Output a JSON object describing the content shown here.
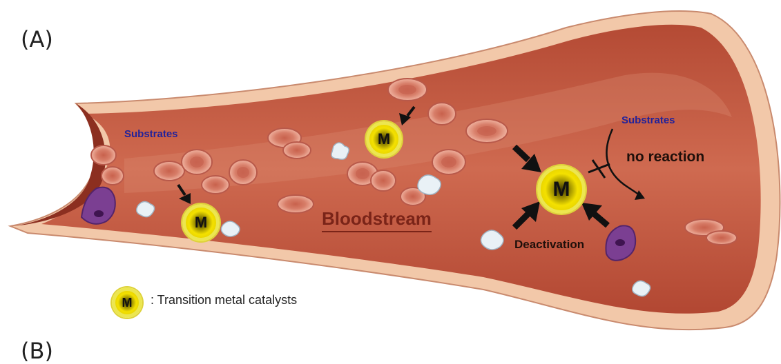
{
  "panel_label": "(A)",
  "next_panel_label": "(B)",
  "labels": {
    "substrates_left": "Substrates",
    "substrates_right": "Substrates",
    "no_reaction": "no reaction",
    "bloodstream": "Bloodstream",
    "deactivation": "Deactivation"
  },
  "catalyst_symbol": "M",
  "legend": {
    "symbol": "M",
    "text": ": Transition metal catalysts"
  },
  "colors": {
    "vessel_outer": "#f2c8a9",
    "vessel_lumen": "#c0573f",
    "rbc": "#d9826e",
    "catalyst": "#f4e100",
    "immune_cell": "#7b3f92",
    "substrate_text": "#22229a"
  }
}
